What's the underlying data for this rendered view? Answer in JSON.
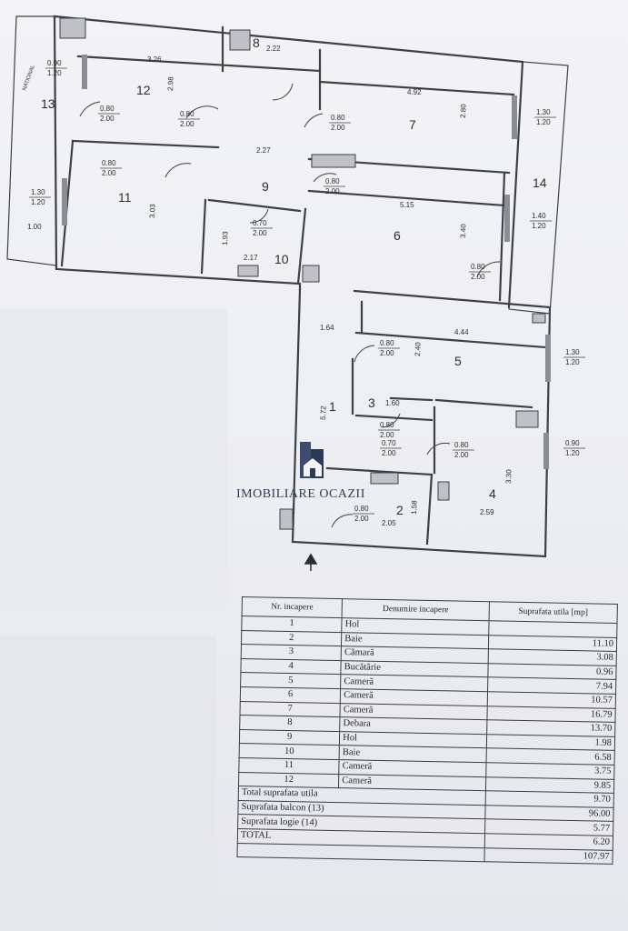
{
  "plan": {
    "rooms": [
      {
        "nr": "1"
      },
      {
        "nr": "2"
      },
      {
        "nr": "3"
      },
      {
        "nr": "4"
      },
      {
        "nr": "5"
      },
      {
        "nr": "6"
      },
      {
        "nr": "7"
      },
      {
        "nr": "8"
      },
      {
        "nr": "9"
      },
      {
        "nr": "10"
      },
      {
        "nr": "11"
      },
      {
        "nr": "12"
      },
      {
        "nr": "13"
      },
      {
        "nr": "14"
      }
    ],
    "dimensions": {
      "r12_width": "3.26",
      "r12_height": "2.98",
      "r7_width": "4.92",
      "r7_height": "2.80",
      "r8_width": "2.22",
      "r9_width": "2.27",
      "r11_height": "3.03",
      "r6_width": "5.15",
      "r6_height": "3.40",
      "r10_width": "2.17",
      "r10_height": "1.93",
      "r5_width": "4.44",
      "r5_height": "2.40",
      "r1_width": "1.64",
      "r1_height": "5.72",
      "r3_width": "1.60",
      "r2_width": "2.05",
      "r2_height": "1.58",
      "r4_width": "2.59",
      "r4_height": "3.30"
    },
    "openings": [
      {
        "w": "0.90",
        "h": "1.20"
      },
      {
        "w": "0.80",
        "h": "2.00"
      },
      {
        "w": "0.80",
        "h": "2.00"
      },
      {
        "w": "0.80",
        "h": "2.00"
      },
      {
        "w": "1.30",
        "h": "1.20"
      },
      {
        "w": "0.80",
        "h": "2.00"
      },
      {
        "w": "0.80",
        "h": "2.00"
      },
      {
        "w": "1.30",
        "h": "1.20"
      },
      {
        "w": "1.40",
        "h": "1.20"
      },
      {
        "w": "0.80",
        "h": "2.00"
      },
      {
        "w": "0.70",
        "h": "2.00"
      },
      {
        "w": "0.80",
        "h": "2.00"
      },
      {
        "w": "0.80",
        "h": "2.00"
      },
      {
        "w": "1.30",
        "h": "1.20"
      },
      {
        "w": "0.70",
        "h": "2.00"
      },
      {
        "w": "0.80",
        "h": "2.00"
      },
      {
        "w": "0.90",
        "h": "1.20"
      },
      {
        "w": "0.80",
        "h": "2.00"
      }
    ],
    "extra_labels": {
      "r13_lower": "1.00",
      "r1_door_h": "2.00",
      "r2_door": "0.80",
      "r10_h": "2.00",
      "street_text": "NATIONAL"
    }
  },
  "watermark": "IMOBILIARE OCAZII",
  "table": {
    "headers": [
      "Nr. incapere",
      "Denumire incapere",
      "Suprafata utila [mp]"
    ],
    "rows": [
      {
        "nr": "1",
        "name": "Hol",
        "area": ""
      },
      {
        "nr": "2",
        "name": "Baie",
        "area": "11.10"
      },
      {
        "nr": "3",
        "name": "Cămară",
        "area": "3.08"
      },
      {
        "nr": "4",
        "name": "Bucătărie",
        "area": "0.96"
      },
      {
        "nr": "5",
        "name": "Cameră",
        "area": "7.94"
      },
      {
        "nr": "6",
        "name": "Cameră",
        "area": "10.57"
      },
      {
        "nr": "7",
        "name": "Cameră",
        "area": "16.79"
      },
      {
        "nr": "8",
        "name": "Debara",
        "area": "13.70"
      },
      {
        "nr": "9",
        "name": "Hol",
        "area": "1.98"
      },
      {
        "nr": "10",
        "name": "Baie",
        "area": "6.58"
      },
      {
        "nr": "11",
        "name": "Cameră",
        "area": "3.75"
      },
      {
        "nr": "12",
        "name": "Cameră",
        "area": "9.85"
      }
    ],
    "totals": [
      {
        "label": "Total suprafata utila",
        "area": "9.70"
      },
      {
        "label": "Suprafata balcon (13)",
        "area": "96.00"
      },
      {
        "label": "Suprafata logie (14)",
        "area": "5.77"
      },
      {
        "label": "TOTAL",
        "area": "6.20"
      },
      {
        "label": "",
        "area": "107.97"
      }
    ]
  }
}
